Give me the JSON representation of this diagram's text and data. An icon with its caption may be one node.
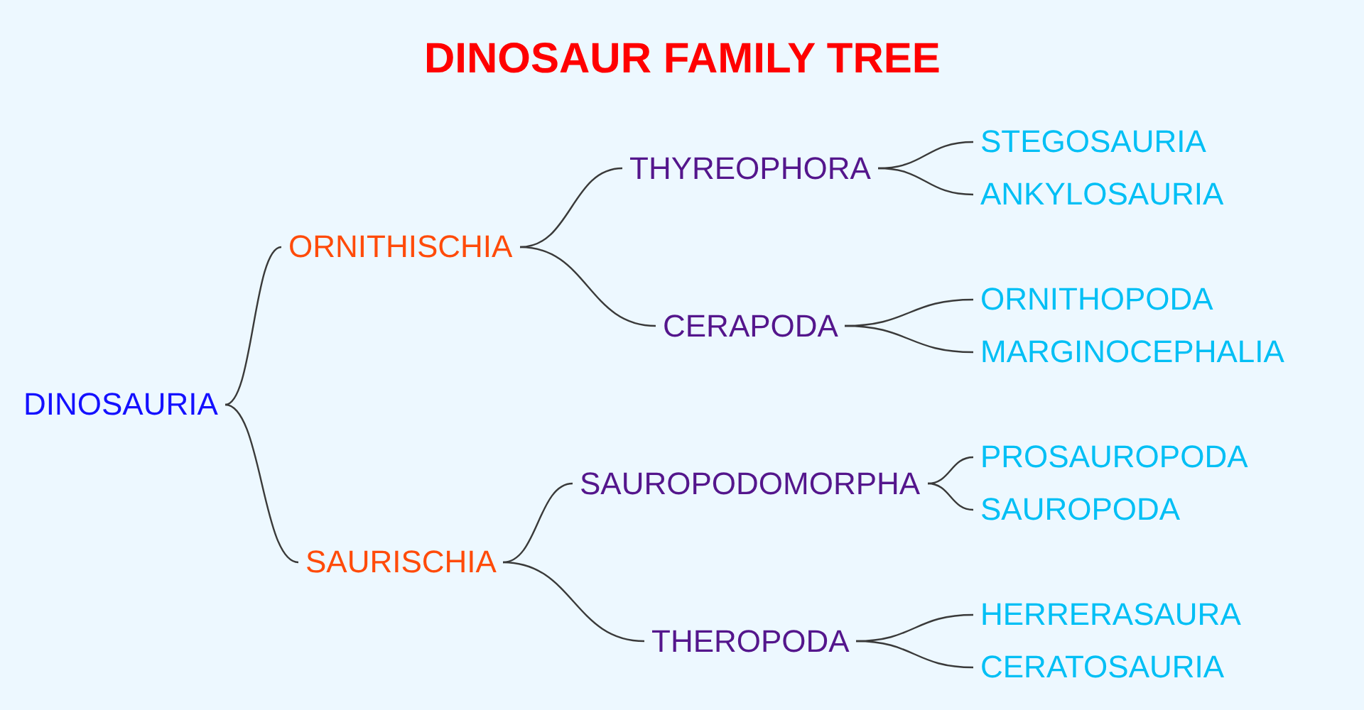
{
  "diagram": {
    "title": "DINOSAUR FAMILY TREE",
    "nodes": [
      {
        "text": [
          "DINOSAURIA"
        ]
      },
      {
        "text": [
          "ORNITHISCHIA"
        ]
      },
      {
        "text": [
          "THYREOPHORA"
        ]
      },
      {
        "text": [
          "STEGOSAURIA"
        ]
      },
      {
        "text": [
          "ANKYLOSAURIA"
        ]
      },
      {
        "text": [
          "CERAPODA"
        ]
      },
      {
        "text": [
          "ORNITHOPODA"
        ]
      },
      {
        "text": [
          "MARGINOCEPHALIA"
        ]
      },
      {
        "text": [
          "SAURISCHIA"
        ]
      },
      {
        "text": [
          "SAUROPODOMORPHA"
        ]
      },
      {
        "text": [
          "PROSAUROPODA"
        ]
      },
      {
        "text": [
          "SAUROPODA"
        ]
      },
      {
        "text": [
          "THEROPODA"
        ]
      },
      {
        "text": [
          "HERRERASAURA"
        ]
      },
      {
        "text": [
          "CERATOSAURIA"
        ]
      }
    ],
    "edges": [
      {
        "from": 0,
        "to": 1,
        "arrow": "none"
      },
      {
        "from": 1,
        "to": 2,
        "arrow": "none"
      },
      {
        "from": 2,
        "to": 3,
        "arrow": "none"
      },
      {
        "from": 2,
        "to": 4,
        "arrow": "none"
      },
      {
        "from": 1,
        "to": 5,
        "arrow": "none"
      },
      {
        "from": 5,
        "to": 6,
        "arrow": "none"
      },
      {
        "from": 5,
        "to": 7,
        "arrow": "none"
      },
      {
        "from": 0,
        "to": 8,
        "arrow": "none"
      },
      {
        "from": 8,
        "to": 9,
        "arrow": "none"
      },
      {
        "from": 9,
        "to": 10,
        "arrow": "none"
      },
      {
        "from": 9,
        "to": 11,
        "arrow": "none"
      },
      {
        "from": 8,
        "to": 12,
        "arrow": "none"
      },
      {
        "from": 12,
        "to": 13,
        "arrow": "none"
      },
      {
        "from": 12,
        "to": 14,
        "arrow": "none"
      }
    ]
  }
}
